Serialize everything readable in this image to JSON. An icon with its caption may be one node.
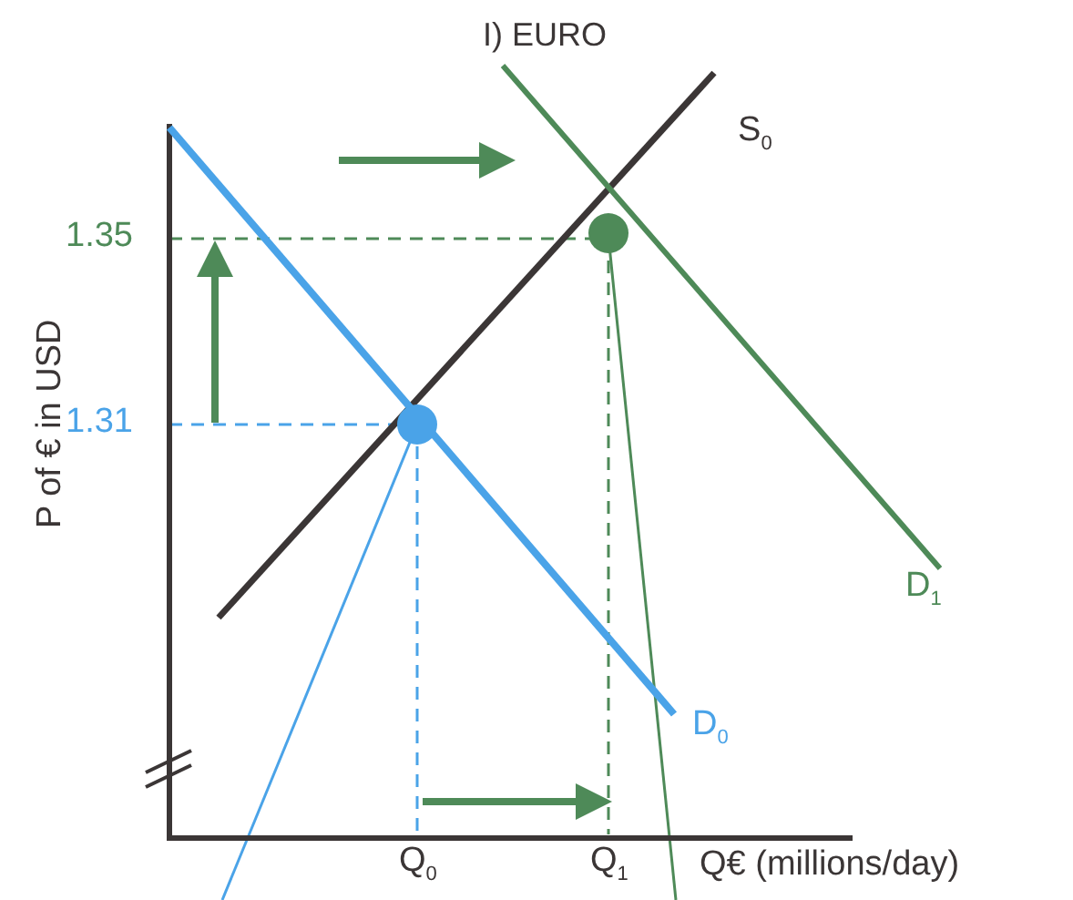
{
  "diagram": {
    "title": "I) EURO",
    "labels": [
      "S$_{0}$",
      "1.35",
      "P of € in USD",
      "1.31",
      "D$_{1}$",
      "D$_{0}$",
      "Q$_{0}$",
      "Q$_{1}$",
      "Q€ (millions/day)"
    ]
  }
}
